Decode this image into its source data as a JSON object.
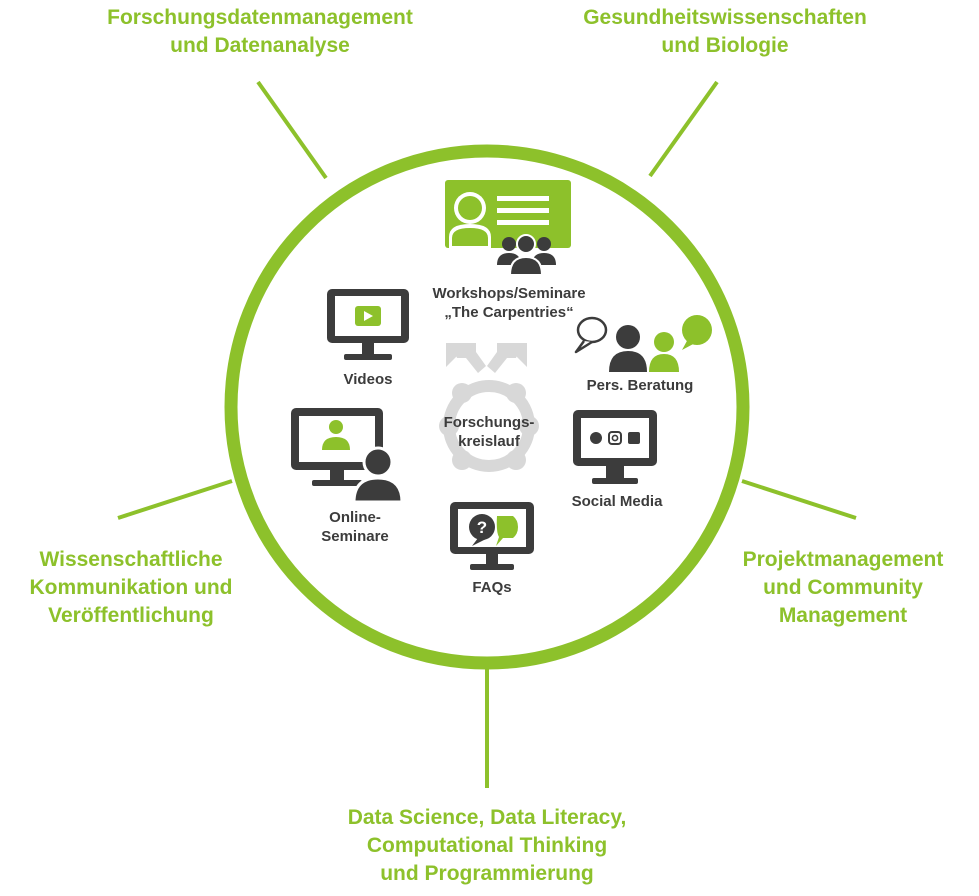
{
  "colors": {
    "accent": "#8dc12b",
    "dark": "#3c3c3c",
    "light_gray": "#d8d8d8"
  },
  "topics": {
    "top_left": [
      "Forschungsdatenmanagement",
      "und Datenanalyse"
    ],
    "top_right": [
      "Gesundheitswissenschaften",
      "und Biologie"
    ],
    "left": [
      "Wissenschaftliche",
      "Kommunikation und",
      "Veröffentlichung"
    ],
    "right": [
      "Projektmanagement",
      "und Community",
      "Management"
    ],
    "bottom": [
      "Data Science, Data Literacy,",
      "Computational Thinking",
      "und Programmierung"
    ]
  },
  "services": {
    "workshops": [
      "Workshops/Seminare",
      "„The Carpentries“"
    ],
    "videos": [
      "Videos"
    ],
    "beratung": [
      "Pers. Beratung"
    ],
    "center": [
      "Forschungs-",
      "kreislauf"
    ],
    "online": [
      "Online-",
      "Seminare"
    ],
    "social": [
      "Social Media"
    ],
    "faqs": [
      "FAQs"
    ]
  },
  "icons": {
    "workshops": "presentation-board-with-group-icon",
    "videos": "monitor-with-play-button-icon",
    "beratung": "consultation-speech-bubbles-icon",
    "center": "research-cycle-arrows-icon",
    "online": "monitor-with-person-icon",
    "social": "monitor-with-social-logos-icon",
    "faqs": "monitor-with-question-bubble-icon"
  }
}
